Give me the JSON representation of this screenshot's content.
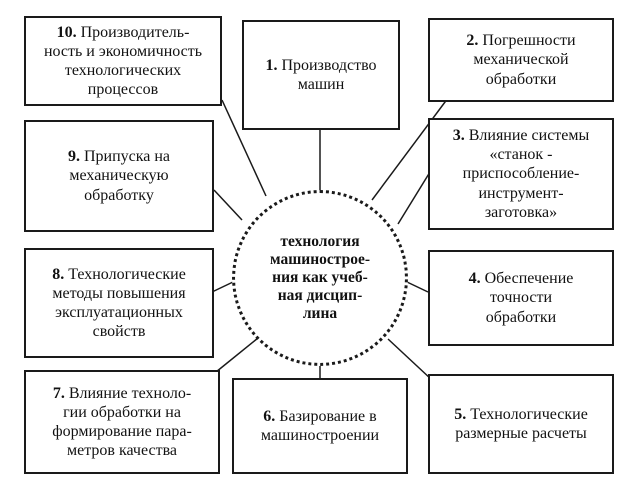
{
  "center": {
    "lines": [
      "технология",
      "машинострое-",
      "ния как учеб-",
      "ная дисцип-",
      "лина"
    ]
  },
  "boxes": [
    {
      "number": "1.",
      "lines": [
        "Производство",
        "машин"
      ]
    },
    {
      "number": "2.",
      "lines": [
        "Погрешности",
        "механической",
        "обработки"
      ]
    },
    {
      "number": "3.",
      "lines": [
        "Влияние системы",
        "«станок -",
        "приспособление-",
        "инструмент-",
        "заготовка»"
      ]
    },
    {
      "number": "4.",
      "lines": [
        "Обеспечение",
        "точности",
        "обработки"
      ]
    },
    {
      "number": "5.",
      "lines": [
        "Технологические",
        "размерные расчеты"
      ]
    },
    {
      "number": "6.",
      "lines": [
        "Базирование в",
        "машиностроении"
      ]
    },
    {
      "number": "7.",
      "lines": [
        "Влияние техноло-",
        "гии обработки на",
        "формирование пара-",
        "метров качества"
      ]
    },
    {
      "number": "8.",
      "lines": [
        "Технологические",
        "методы повышения",
        "эксплуатационных",
        "свойств"
      ]
    },
    {
      "number": "9.",
      "lines": [
        "Припуска на",
        "механическую",
        "обработку"
      ]
    },
    {
      "number": "10.",
      "lines": [
        "Производитель-",
        "ность и экономичность",
        "технологических",
        "процессов"
      ]
    }
  ]
}
